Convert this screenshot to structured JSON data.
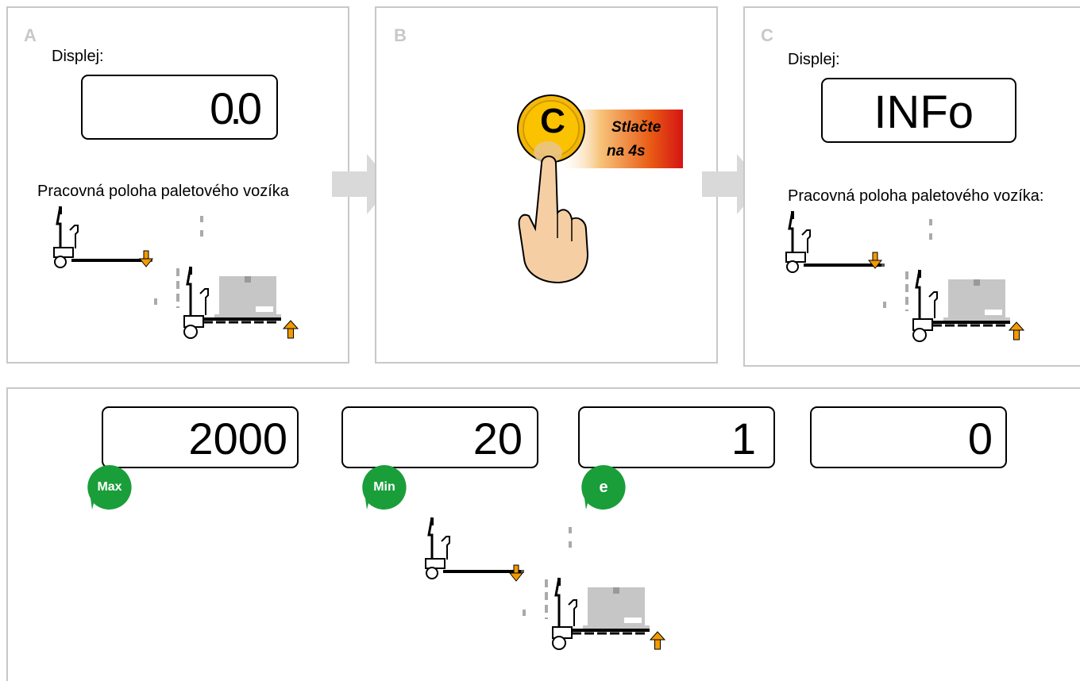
{
  "panels": {
    "a": {
      "letter": "A",
      "display_label": "Displej:",
      "display_value": "0.0",
      "caption": "Pracovná poloha paletového vozíka"
    },
    "b": {
      "letter": "B",
      "button_letter": "C",
      "hint": "Stlačte na 4s",
      "hint_line1": "Stlačte",
      "hint_line2": "na 4s"
    },
    "c": {
      "letter": "C",
      "display_label": "Displej:",
      "display_value": "INFo",
      "caption": "Pracovná poloha paletového vozíka:"
    }
  },
  "info_displays": [
    {
      "value": "2000",
      "badge": "Max"
    },
    {
      "value": "20",
      "badge": "Min"
    },
    {
      "value": "1",
      "badge": "e"
    },
    {
      "value": "0",
      "badge": ""
    }
  ],
  "colors": {
    "panel_border": "#c8c8c8",
    "badge_green": "#1a9e3a",
    "button_yellow": "#f5c400",
    "arrow_orange": "#f29a00",
    "flow_arrow": "#d9d9d9",
    "skin": "#f5cfa3"
  },
  "icons": [
    "pallet-truck-lowered-icon",
    "pallet-truck-raised-icon",
    "down-arrow-icon",
    "up-arrow-icon",
    "finger-press-icon",
    "flow-arrow-icon"
  ]
}
